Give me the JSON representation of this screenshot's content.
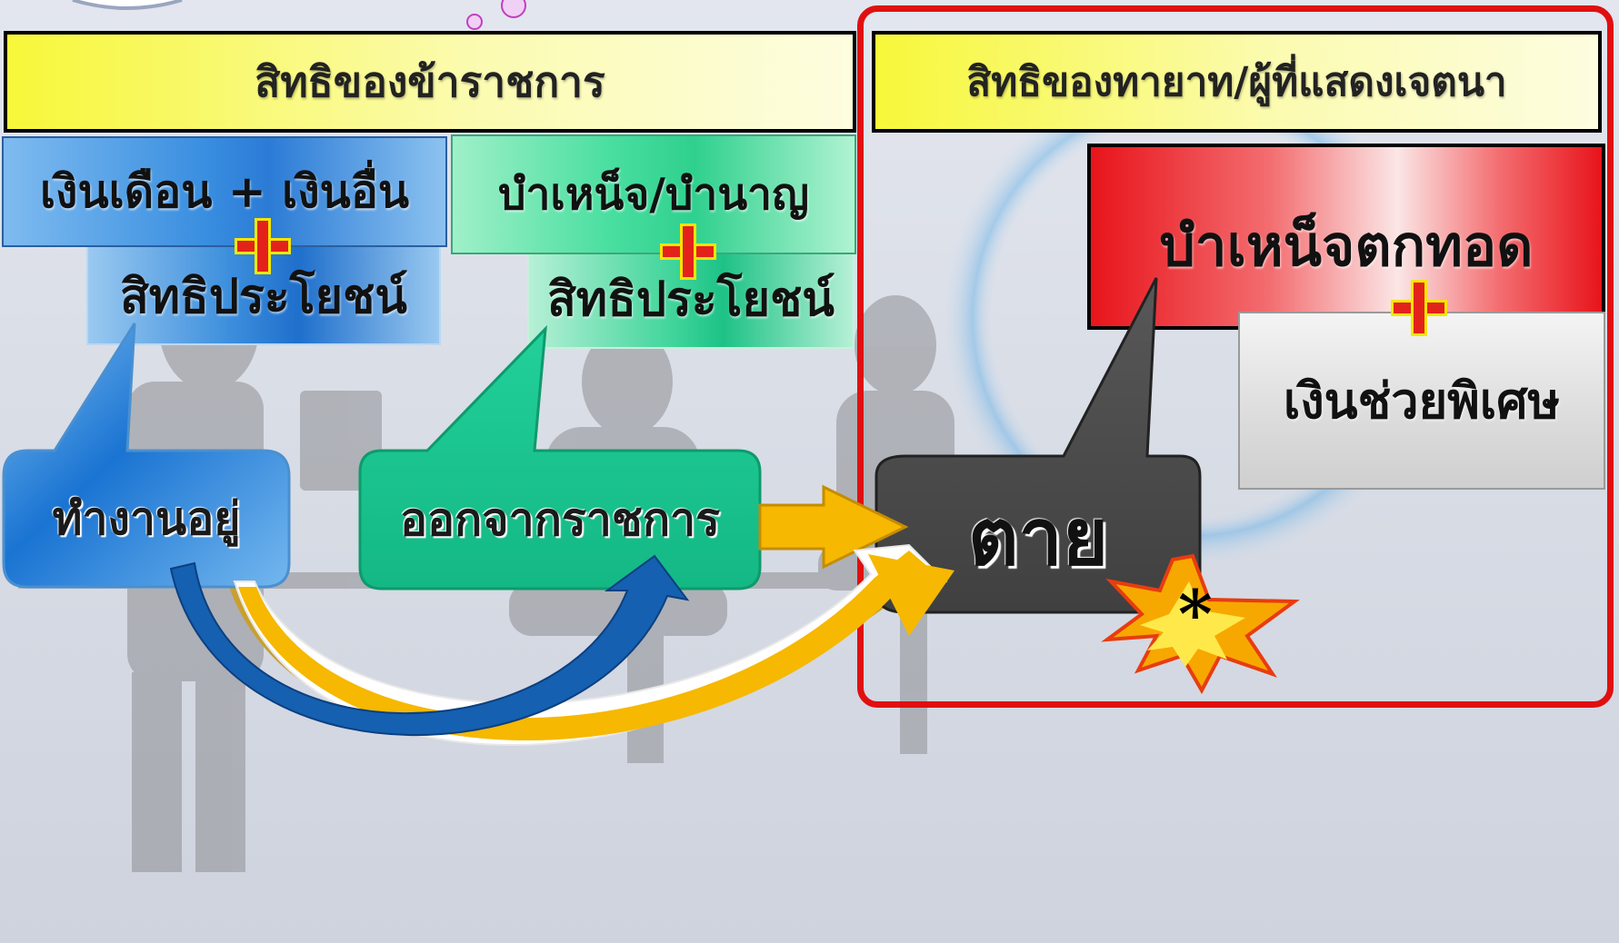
{
  "headers": {
    "civil_servant_rights": "สิทธิของข้าราชการ",
    "heir_rights": "สิทธิของทายาท/ผู้ที่แสดงเจตนา"
  },
  "boxes": {
    "salary": "เงินเดือน + เงินอื่น",
    "benefits_1": "สิทธิประโยชน์",
    "pension": "บำเหน็จ/บำนาญ",
    "benefits_2": "สิทธิประโยชน์",
    "death_gratuity": "บำเหน็จตกทอด",
    "special_allowance": "เงินช่วยพิเศษ"
  },
  "stages": {
    "working": "ทำงานอยู่",
    "leaving": "ออกจากราชการ",
    "death": "ตาย"
  },
  "marks": {
    "asterisk": "*"
  },
  "colors": {
    "header_yellow": "#f7f73a",
    "salary_blue": "#3a8fe0",
    "pension_green": "#3ed49a",
    "death_red": "#e8141b",
    "frame_red": "#e01010",
    "stage_gray": "#4a4a4a",
    "arrow_blue": "#1560b0",
    "arrow_gold": "#f6b800"
  }
}
